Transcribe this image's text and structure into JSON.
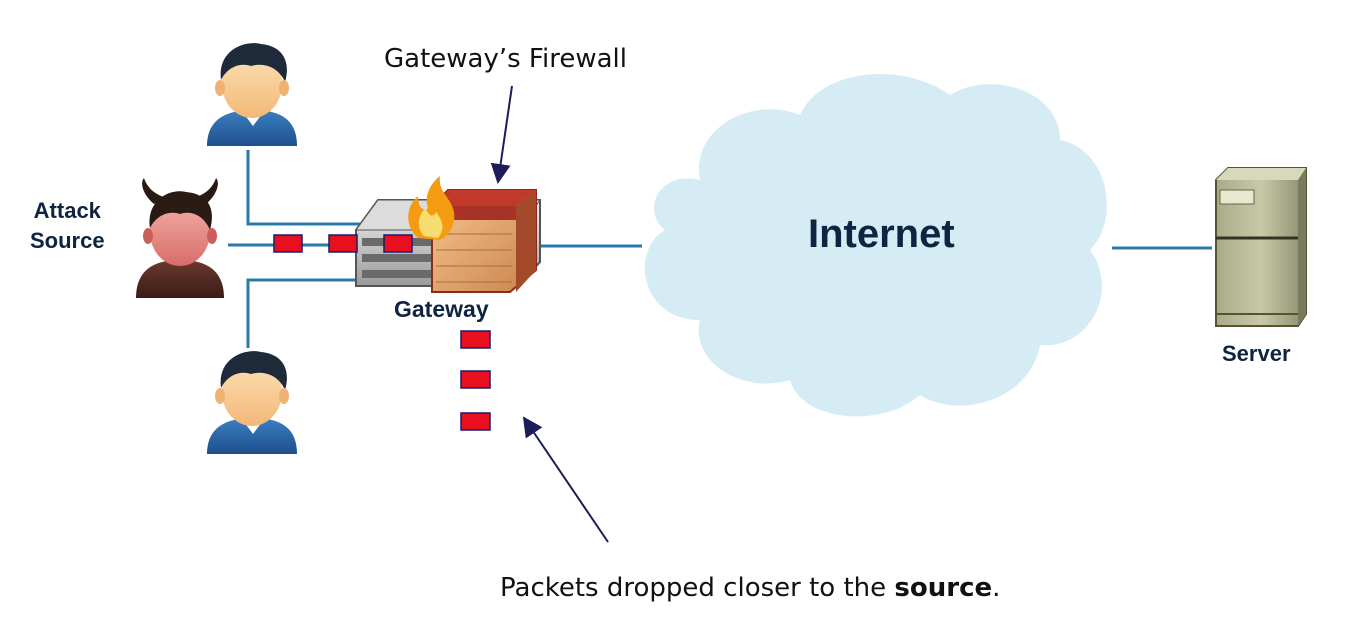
{
  "labels": {
    "firewall": "Gateway’s Firewall",
    "attack_line1": "Attack",
    "attack_line2": "Source",
    "gateway": "Gateway",
    "internet": "Internet",
    "server": "Server",
    "caption_prefix": "Packets dropped closer to the ",
    "caption_bold": "source",
    "caption_suffix": "."
  },
  "colors": {
    "link": "#2a7aa8",
    "packet_fill": "#e8101e",
    "packet_border": "#1a1a6e",
    "cloud": "#d6ecf4",
    "arrow": "#1c1c5a",
    "label_dark": "#0e2440"
  },
  "icons": {
    "users": [
      "user-icon",
      "user-icon"
    ],
    "attacker": "devil-user-icon",
    "gateway": "gateway-router-icon",
    "firewall": "firewall-brick-icon",
    "fire": "flame-icon",
    "cloud": "cloud-icon",
    "server": "server-tower-icon"
  }
}
